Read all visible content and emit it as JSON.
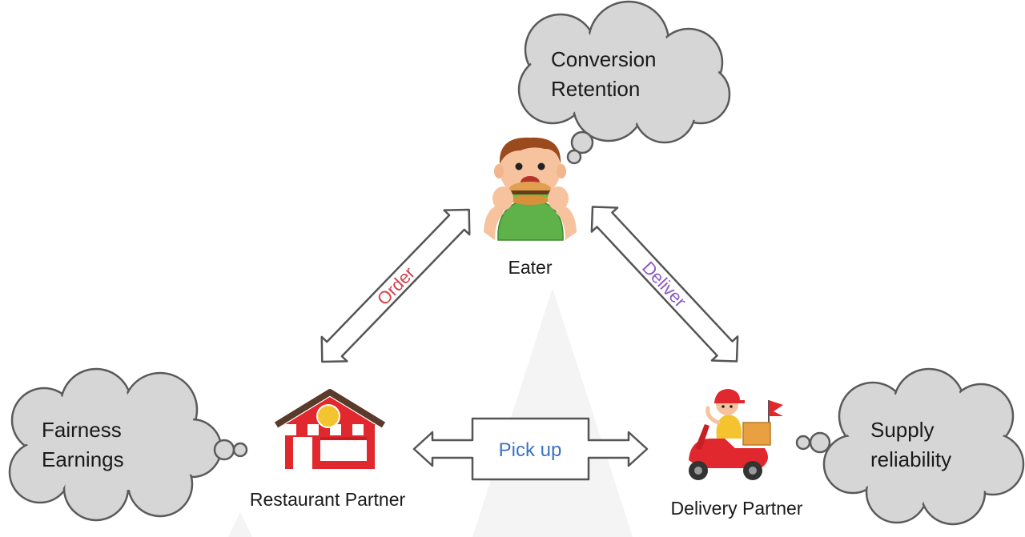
{
  "nodes": {
    "eater": {
      "label": "Eater"
    },
    "restaurant": {
      "label": "Restaurant Partner"
    },
    "delivery": {
      "label": "Delivery Partner"
    }
  },
  "clouds": {
    "eater": {
      "line1": "Conversion",
      "line2": "Retention"
    },
    "restaurant": {
      "line1": "Fairness",
      "line2": "Earnings"
    },
    "delivery": {
      "line1": "Supply",
      "line2": "reliability"
    }
  },
  "edges": {
    "order": {
      "label": "Order",
      "color": "#d8404a"
    },
    "deliver": {
      "label": "Deliver",
      "color": "#8a5cc4"
    },
    "pickup": {
      "label": "Pick up",
      "color": "#3a72c4"
    }
  },
  "colors": {
    "cloud_fill": "#d6d6d6",
    "cloud_stroke": "#5a5a5a",
    "arrow_stroke": "#555555",
    "restaurant_red": "#e0282e",
    "eater_shirt": "#5fb24a"
  }
}
